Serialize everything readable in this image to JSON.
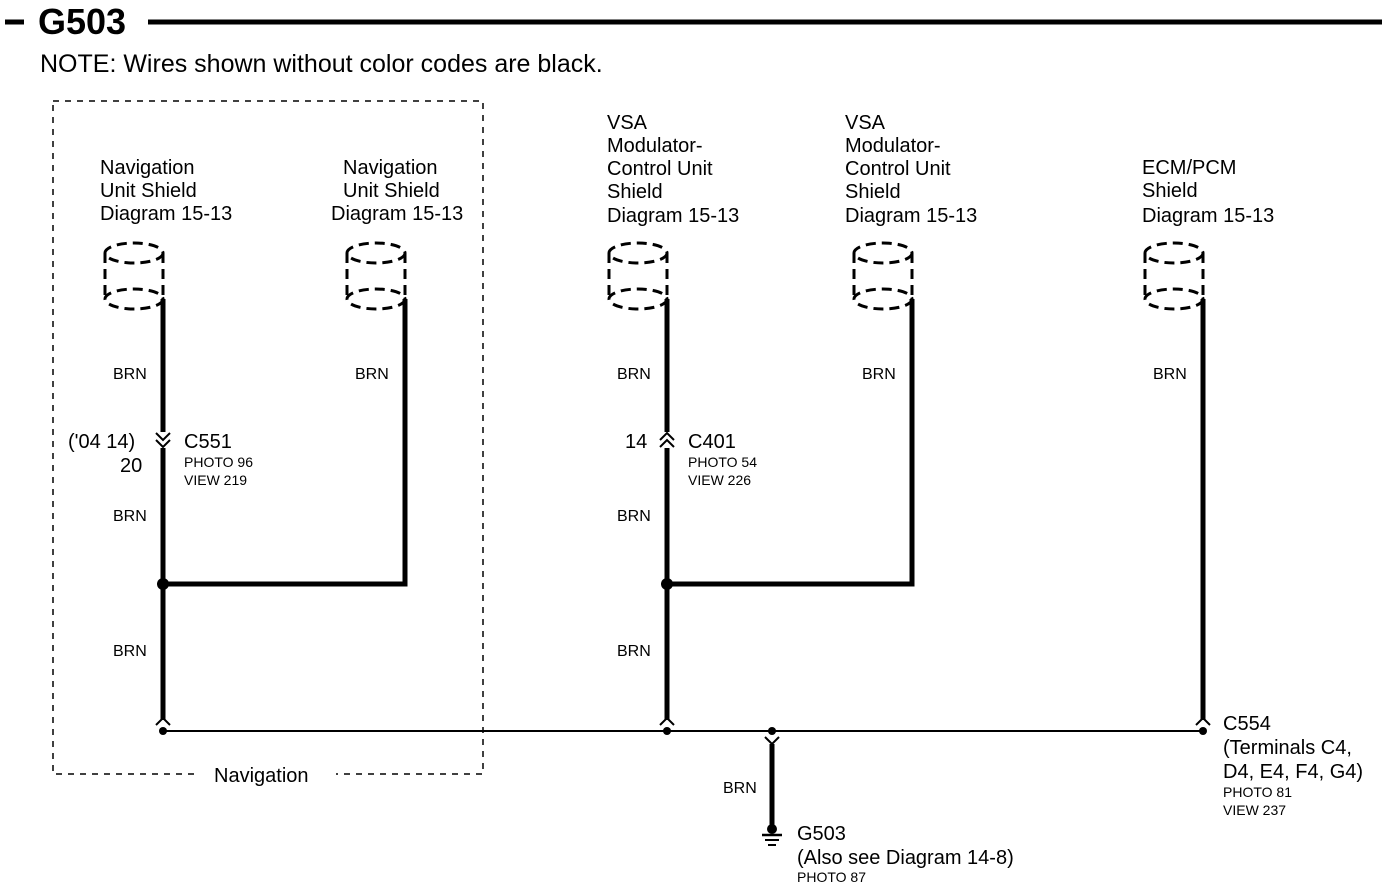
{
  "header": {
    "title": "G503",
    "note": "NOTE: Wires shown without color codes are black."
  },
  "group": {
    "label": "Navigation"
  },
  "components": {
    "nav_shield_1": [
      "Navigation",
      "Unit Shield",
      "Diagram 15-13"
    ],
    "nav_shield_2": [
      "Navigation",
      "Unit Shield",
      "Diagram 15-13"
    ],
    "vsa_shield_1": [
      "VSA",
      "Modulator-",
      "Control Unit",
      "Shield",
      "Diagram 15-13"
    ],
    "vsa_shield_2": [
      "VSA",
      "Modulator-",
      "Control Unit",
      "Shield",
      "Diagram 15-13"
    ],
    "ecm_shield": [
      "ECM/PCM",
      "Shield",
      "Diagram 15-13"
    ]
  },
  "wires": {
    "color": "BRN"
  },
  "connectors": {
    "c551": {
      "name": "C551",
      "photo": "PHOTO 96",
      "view": "VIEW 219",
      "pin_alt": "('04 14)",
      "pin": "20"
    },
    "c401": {
      "name": "C401",
      "photo": "PHOTO 54",
      "view": "VIEW 226",
      "pin": "14"
    },
    "c554": {
      "name": "C554",
      "details": [
        "(Terminals C4,",
        "D4, E4, F4, G4)"
      ],
      "photo": "PHOTO 81",
      "view": "VIEW 237"
    }
  },
  "ground": {
    "name": "G503",
    "note": "(Also see Diagram 14-8)",
    "photo": "PHOTO 87"
  }
}
